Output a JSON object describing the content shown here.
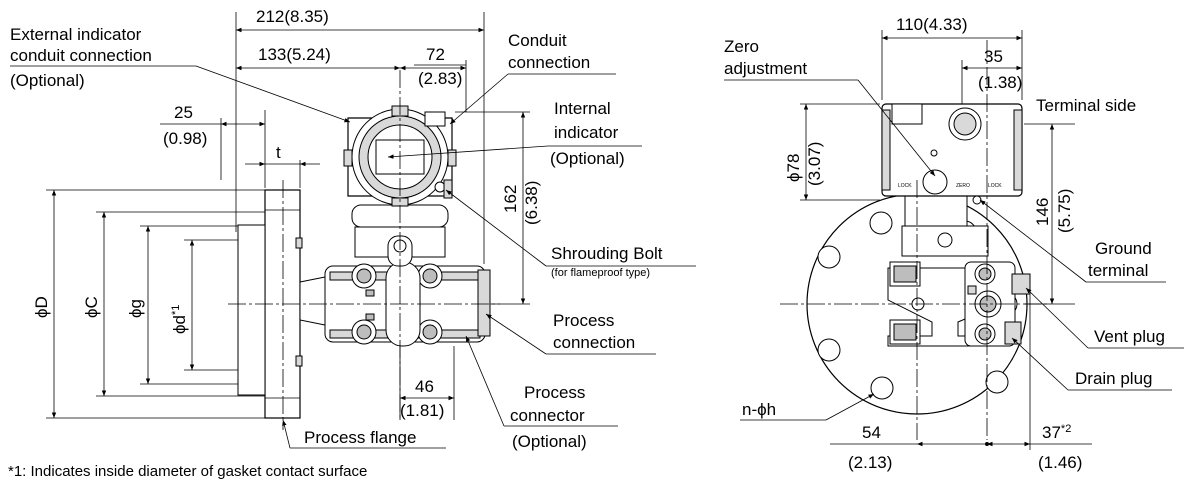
{
  "left_view": {
    "dims": {
      "overall_width": "212(8.35)",
      "body_width": "133(5.24)",
      "conduit_offset": "72",
      "conduit_offset_in": "(2.83)",
      "flange_offset": "25",
      "flange_offset_in": "(0.98)",
      "flange_thickness": "t",
      "height": "162",
      "height_in": "(6.38)",
      "process_offset": "46",
      "process_offset_in": "(1.81)",
      "phi_D": "ϕD",
      "phi_C": "ϕC",
      "phi_g": "ϕg",
      "phi_d": "ϕd",
      "phi_d_sup": "*1"
    },
    "labels": {
      "ext_indicator_1": "External indicator",
      "ext_indicator_2": "conduit connection",
      "ext_indicator_3": "(Optional)",
      "conduit_1": "Conduit",
      "conduit_2": "connection",
      "int_indicator_1": "Internal",
      "int_indicator_2": "indicator",
      "int_indicator_3": "(Optional)",
      "shrouding_bolt": "Shrouding Bolt",
      "shrouding_note": "(for flameproof type)",
      "process_conn_1": "Process",
      "process_conn_2": "connection",
      "process_connector_1": "Process",
      "process_connector_2": "connector",
      "process_connector_3": "(Optional)",
      "process_flange": "Process flange"
    }
  },
  "right_view": {
    "dims": {
      "width": "110(4.33)",
      "zero_offset": "35",
      "zero_offset_in": "(1.38)",
      "phi78": "ϕ78",
      "phi78_in": "(3.07)",
      "height": "146",
      "height_in": "(5.75)",
      "left_offset": "54",
      "left_offset_in": "(2.13)",
      "right_offset": "37",
      "right_offset_sup": "*2",
      "right_offset_in": "(1.46)"
    },
    "labels": {
      "zero_1": "Zero",
      "zero_2": "adjustment",
      "terminal_side": "Terminal side",
      "ground_1": "Ground",
      "ground_2": "terminal",
      "vent_plug": "Vent plug",
      "drain_plug": "Drain plug",
      "bolt_holes": "n-ϕh"
    }
  },
  "housing_text": {
    "lock": "LOCK",
    "zero": "ZERO"
  },
  "footnote": "*1: Indicates inside diameter of gasket contact surface"
}
